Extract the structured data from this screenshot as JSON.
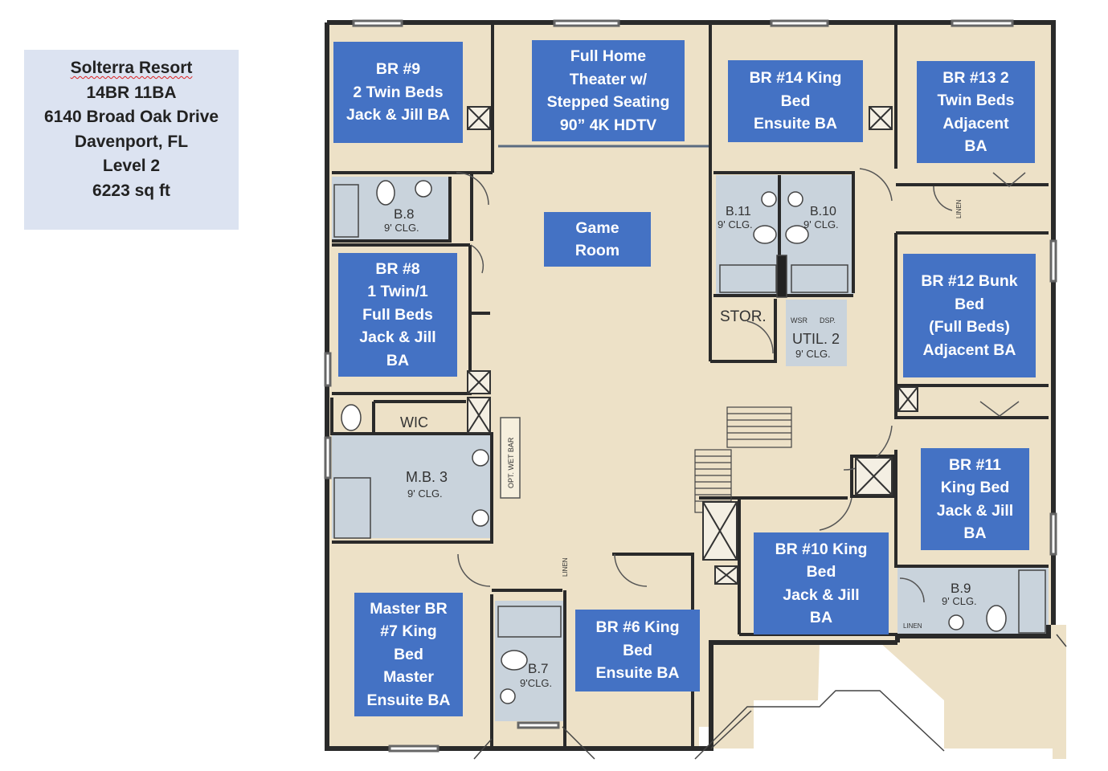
{
  "info": {
    "lines": [
      "Solterra Resort",
      "14BR 11BA",
      "6140 Broad Oak Drive",
      "Davenport, FL",
      "Level 2",
      "6223 sq ft"
    ]
  },
  "labels": {
    "br9": [
      "BR #9",
      "2 Twin Beds",
      "Jack & Jill BA"
    ],
    "theater": [
      "Full Home",
      "Theater w/",
      "Stepped Seating",
      "90” 4K HDTV"
    ],
    "br14": [
      "BR #14 King",
      "Bed",
      "Ensuite BA"
    ],
    "br13": [
      "BR #13 2",
      "Twin Beds",
      "Adjacent",
      "BA"
    ],
    "game": [
      "Game",
      "Room"
    ],
    "br8": [
      "BR #8",
      "1 Twin/1",
      "Full Beds",
      "Jack & Jill",
      "BA"
    ],
    "br12": [
      "BR #12 Bunk",
      "Bed",
      "(Full Beds)",
      "Adjacent BA"
    ],
    "br11": [
      "BR #11",
      "King Bed",
      "Jack & Jill",
      "BA"
    ],
    "br10": [
      "BR #10 King",
      "Bed",
      "Jack & Jill",
      "BA"
    ],
    "master": [
      "Master BR",
      "#7 King",
      "Bed",
      "Master",
      "Ensuite BA"
    ],
    "br6": [
      "BR #6 King",
      "Bed",
      "Ensuite BA"
    ]
  },
  "plan_tags": {
    "b8": "B.8",
    "b8_clg": "9' CLG.",
    "b11": "B.11",
    "b11_clg": "9' CLG.",
    "b10": "B.10",
    "b10_clg": "9' CLG.",
    "stor": "STOR.",
    "wsr": "WSR",
    "dsp": "DSP.",
    "util2": "UTIL. 2",
    "util2_clg": "9' CLG.",
    "wic": "WIC",
    "mb3": "M.B. 3",
    "mb3_clg": "9' CLG.",
    "wet_bar": "OPT. WET BAR",
    "linen1": "LINEN",
    "linen2": "LINEN",
    "linen3": "LINEN",
    "b7": "B.7",
    "b7_clg": "9'CLG.",
    "b9": "B.9",
    "b9_clg": "9' CLG."
  },
  "colors": {
    "floor": "#ede1c7",
    "bath": "#c9d3dc",
    "wall": "#2a2a2a",
    "label_bg": "#4472c4",
    "info_bg": "#dce3f1"
  }
}
